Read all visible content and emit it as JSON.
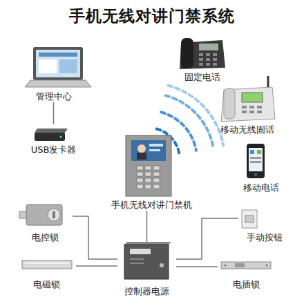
{
  "diagram": {
    "title": "手机无线对讲门禁系统",
    "nodes": [
      {
        "text": [
          "管理中心"
        ]
      },
      {
        "text": [
          "固定电话"
        ]
      },
      {
        "text": [
          "USB发卡器"
        ]
      },
      {
        "text": [
          "移动无线固话"
        ]
      },
      {
        "text": [
          "移动电话"
        ]
      },
      {
        "text": [
          "手机无线对讲门禁机"
        ]
      },
      {
        "text": [
          "电控锁"
        ]
      },
      {
        "text": [
          "手动按钮"
        ]
      },
      {
        "text": [
          "电磁锁"
        ]
      },
      {
        "text": [
          "控制器电源"
        ]
      },
      {
        "text": [
          "电插锁"
        ]
      }
    ],
    "edges": [
      {
        "from": 0,
        "to": 2,
        "arrow": "none"
      },
      {
        "from": 5,
        "to": 9,
        "arrow": "none"
      },
      {
        "from": 9,
        "to": 6,
        "arrow": "none"
      },
      {
        "from": 9,
        "to": 8,
        "arrow": "none"
      },
      {
        "from": 9,
        "to": 7,
        "arrow": "none"
      },
      {
        "from": 9,
        "to": 10,
        "arrow": "none"
      }
    ]
  }
}
